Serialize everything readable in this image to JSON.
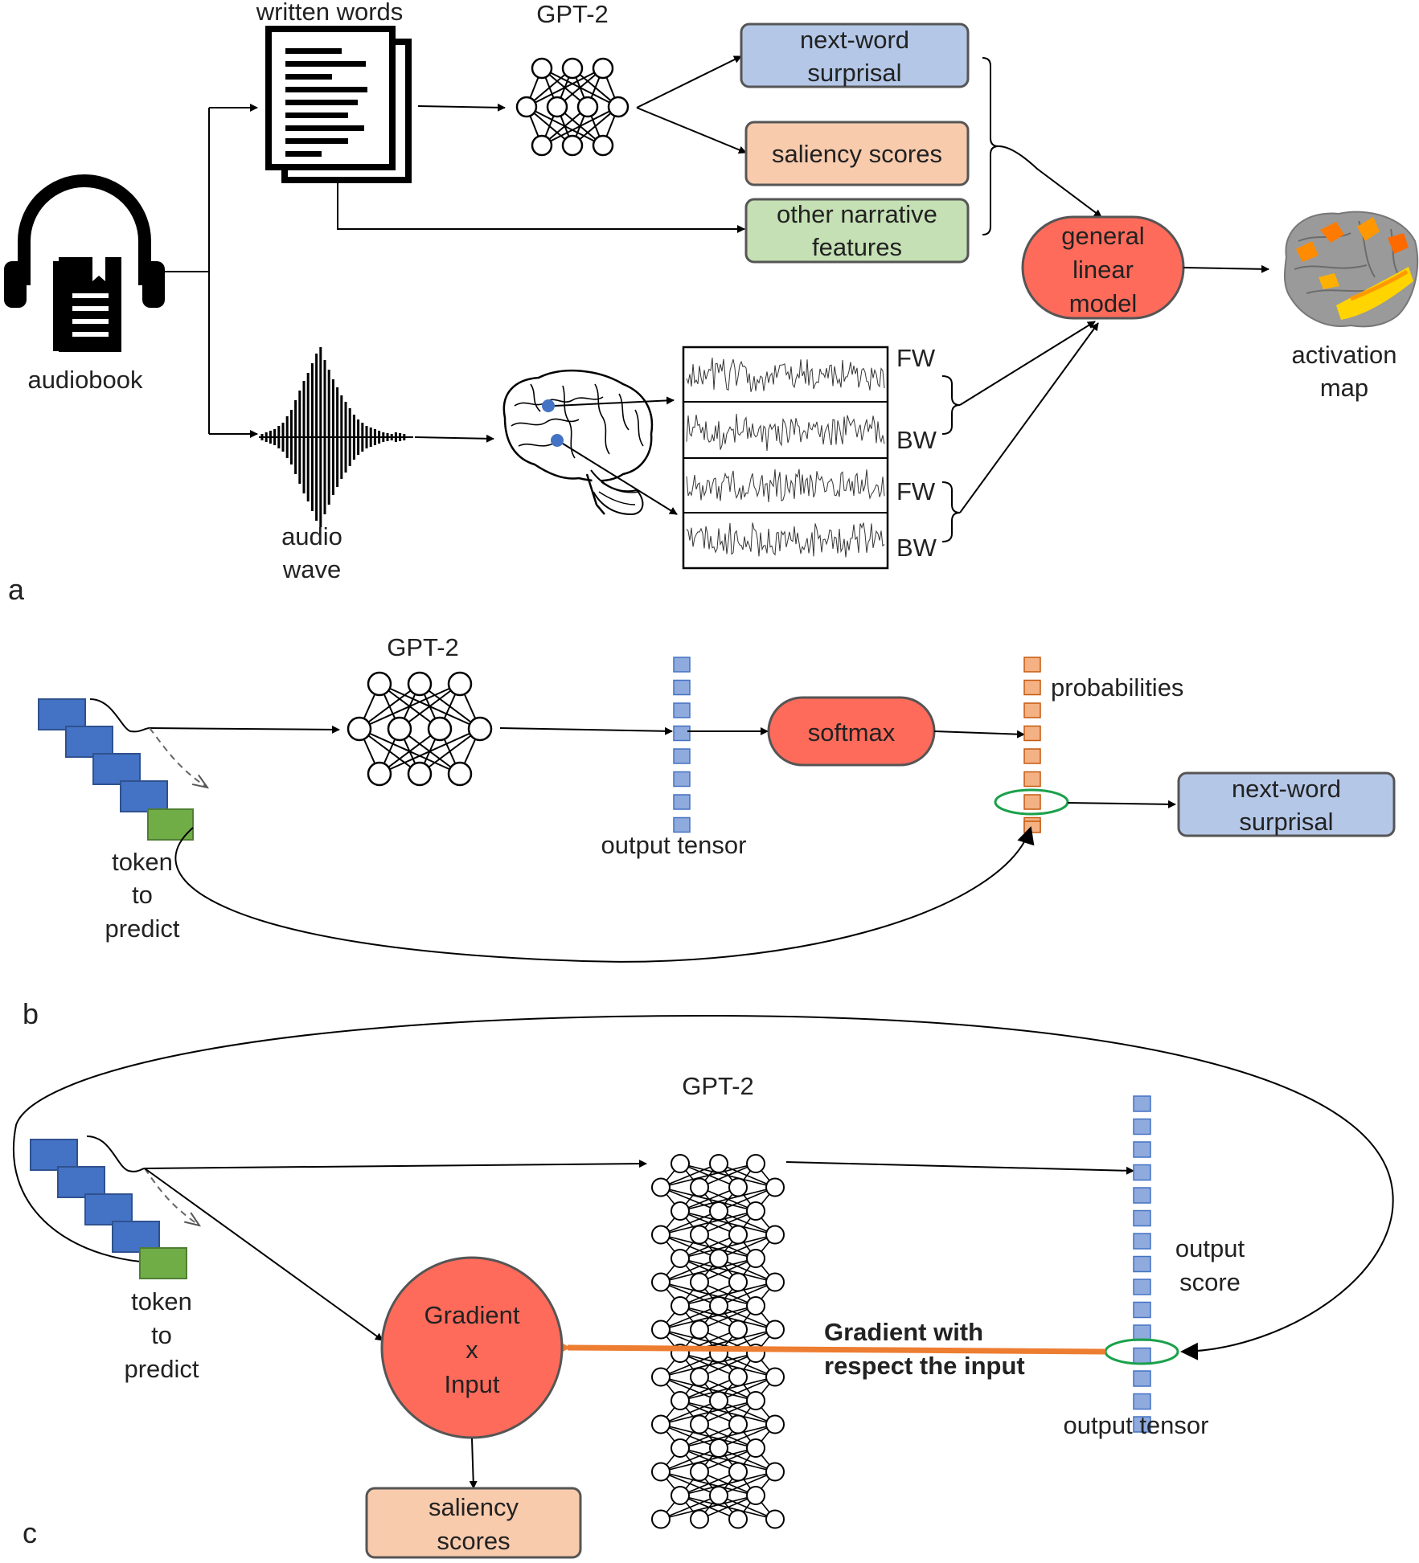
{
  "panel_a": {
    "letter": "a",
    "audiobook_label": "audiobook",
    "written_words_label": "written words",
    "gpt2_label": "GPT-2",
    "next_word_line1": "next-word",
    "next_word_line2": "surprisal",
    "saliency_label": "saliency scores",
    "other_line1": "other narrative",
    "other_line2": "features",
    "glm_line1": "general",
    "glm_line2": "linear",
    "glm_line3": "model",
    "activation_line1": "activation",
    "activation_line2": "map",
    "audio_line1": "audio",
    "audio_line2": "wave",
    "fw1": "FW",
    "bw1": "BW",
    "fw2": "FW",
    "bw2": "BW"
  },
  "panel_b": {
    "letter": "b",
    "gpt2_label": "GPT-2",
    "output_tensor_label": "output tensor",
    "softmax_label": "softmax",
    "probabilities_label": "probabilities",
    "next_word_line1": "next-word",
    "next_word_line2": "surprisal",
    "token_line1": "token",
    "token_line2": "to",
    "token_line3": "predict"
  },
  "panel_c": {
    "letter": "c",
    "gpt2_label": "GPT-2",
    "output_score_line1": "output",
    "output_score_line2": "score",
    "output_tensor_label": "output tensor",
    "gradient_line1": "Gradient",
    "gradient_line2": "x",
    "gradient_line3": "Input",
    "gradient_with_line1": "Gradient with",
    "gradient_with_line2": "respect the input",
    "saliency_line1": "saliency",
    "saliency_line2": "scores",
    "token_line1": "token",
    "token_line2": "to",
    "token_line3": "predict"
  },
  "colors": {
    "blue_box": "#b4c7e7",
    "orange_box": "#f8cbad",
    "green_box": "#c5e0b4",
    "red_node": "#ff6b5b",
    "token_blue": "#4472c4",
    "token_green": "#70ad47",
    "gradient_arrow": "#ed7d31"
  }
}
